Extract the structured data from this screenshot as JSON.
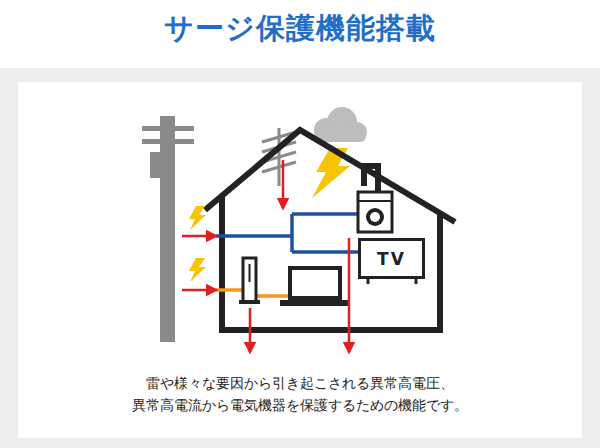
{
  "diagram": {
    "title": "サージ保護機能搭載",
    "caption": "雷や様々な要因から引き起こされる異常高電圧、 異常高電流から電気機器を保護するための機能です。",
    "nodes": [
      {
        "text": [
          "TV"
        ]
      }
    ]
  }
}
